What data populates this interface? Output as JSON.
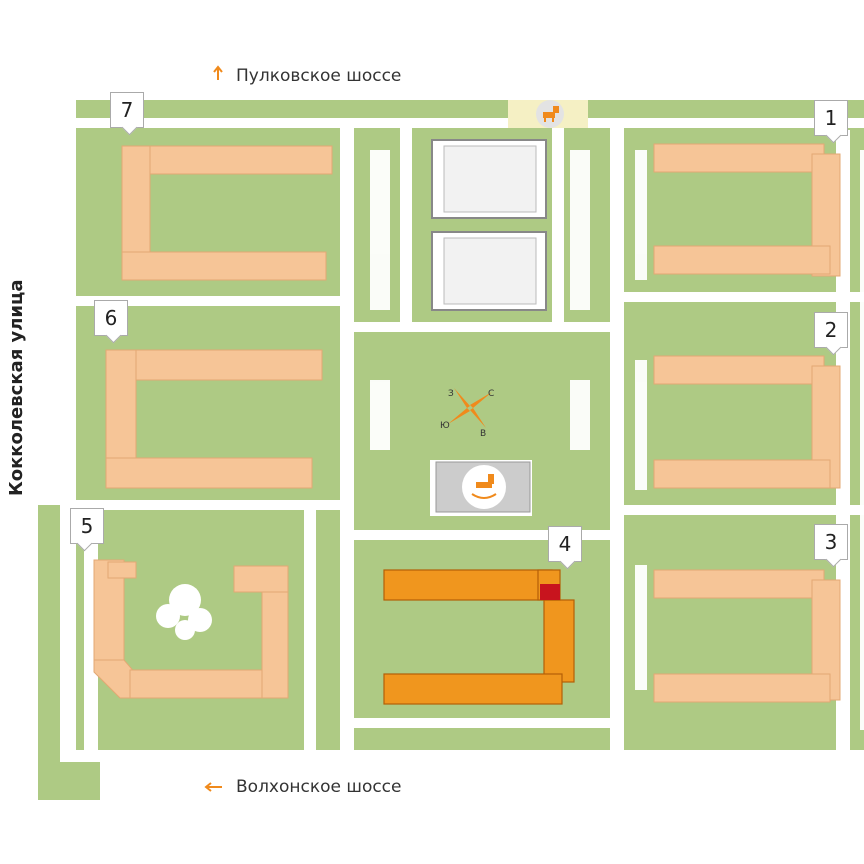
{
  "roads": {
    "north": "Пулковское шоссе",
    "south": "Волхонское шоссе",
    "west": "Кокколевская улица"
  },
  "compass": {
    "north": "С",
    "east": "В",
    "south": "Ю",
    "west": "З"
  },
  "buildings": [
    {
      "label": "1",
      "status": "other"
    },
    {
      "label": "2",
      "status": "other"
    },
    {
      "label": "3",
      "status": "other"
    },
    {
      "label": "4",
      "status": "selected"
    },
    {
      "label": "5",
      "status": "other"
    },
    {
      "label": "6",
      "status": "other"
    },
    {
      "label": "7",
      "status": "other"
    }
  ],
  "icons": [
    "dog-walking-icon",
    "rocking-horse-icon",
    "compass-icon"
  ],
  "colors": {
    "green": "#aeca84",
    "building": "#f6c597",
    "selected_building": "#f0961e",
    "selected_section": "#c8141e",
    "road": "#ffffff",
    "accent_arrow": "#f08a1c"
  }
}
